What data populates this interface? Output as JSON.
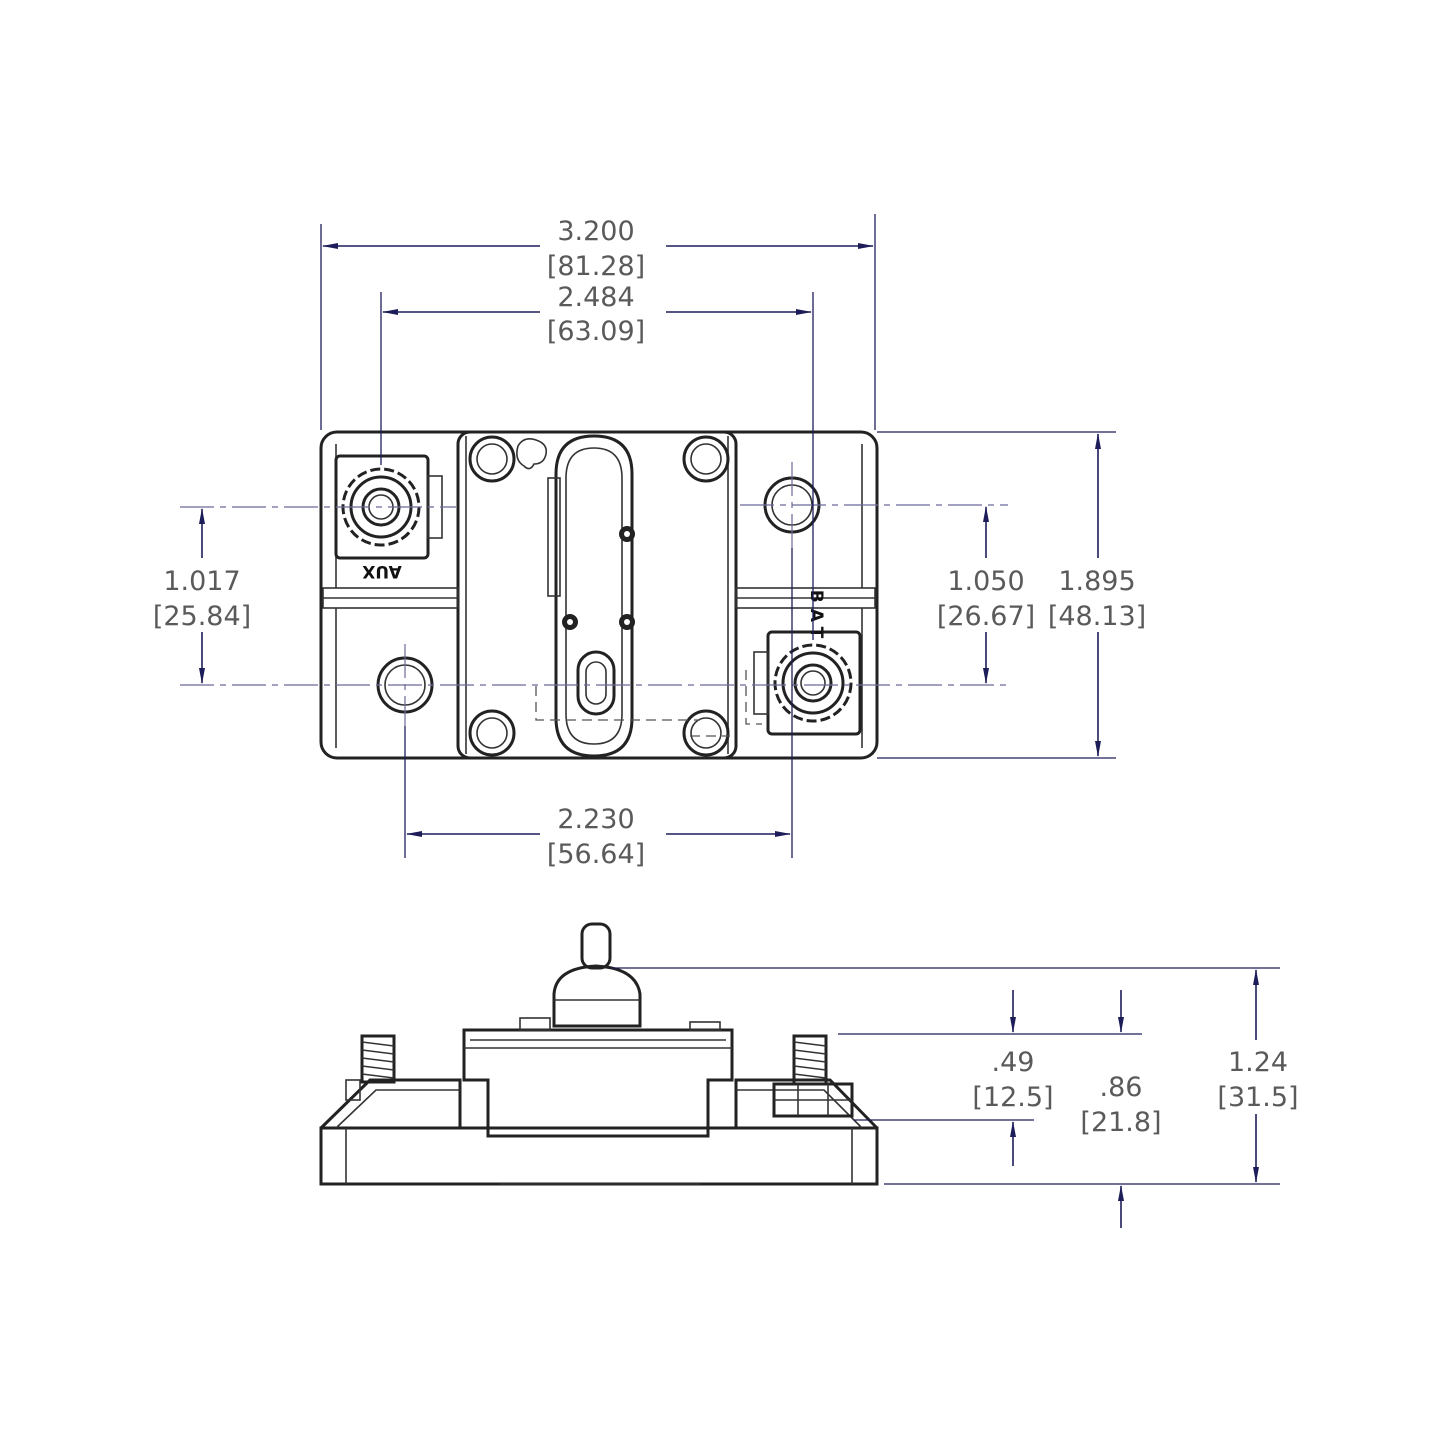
{
  "drawing": {
    "top_view": {
      "dimensions": {
        "overall_width": {
          "in": "3.200",
          "mm": "[81.28]"
        },
        "terminal_spacing": {
          "in": "2.484",
          "mm": "[63.09]"
        },
        "left_stud_to_hole": {
          "in": "1.017",
          "mm": "[25.84]"
        },
        "right_hole_to_stud": {
          "in": "1.050",
          "mm": "[26.67]"
        },
        "overall_height": {
          "in": "1.895",
          "mm": "[48.13]"
        },
        "mount_hole_spacing": {
          "in": "2.230",
          "mm": "[56.64]"
        }
      },
      "terminal_labels": {
        "aux": "AUX",
        "bat": "BAT"
      }
    },
    "side_view": {
      "dimensions": {
        "base_to_nut": {
          "in": ".49",
          "mm": "[12.5]"
        },
        "stud_height": {
          "in": ".86",
          "mm": "[21.8]"
        },
        "overall_height": {
          "in": "1.24",
          "mm": "[31.5]"
        }
      }
    }
  }
}
